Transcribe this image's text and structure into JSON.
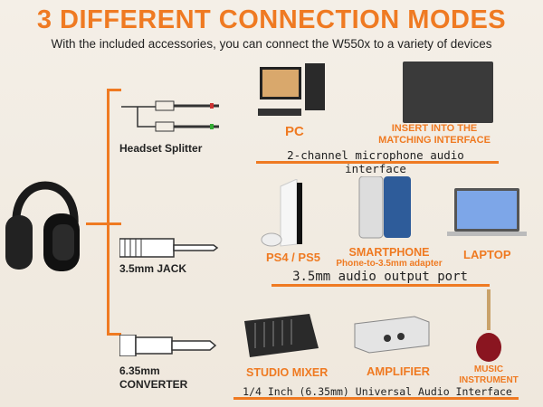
{
  "title": "3 DIFFERENT CONNECTION MODES",
  "subtitle": "With the included accessories, you can connect the W550x to a variety of devices",
  "accent": "#ef7a22",
  "connectors": [
    {
      "label": "Headset Splitter"
    },
    {
      "label": "3.5mm JACK"
    },
    {
      "label": "6.35mm",
      "label2": "CONVERTER"
    }
  ],
  "modes": [
    {
      "devices": [
        "PC",
        "INSERT INTO THE",
        "MATCHING INTERFACE"
      ],
      "port": "2-channel microphone audio interface"
    },
    {
      "devices": [
        "PS4 / PS5",
        "SMARTPHONE",
        "Phone-to-3.5mm adapter",
        "LAPTOP"
      ],
      "port": "3.5mm audio output port"
    },
    {
      "devices": [
        "STUDIO MIXER",
        "AMPLIFIER",
        "MUSIC",
        "INSTRUMENT"
      ],
      "port": "1/4 Inch (6.35mm) Universal Audio Interface"
    }
  ],
  "headset_brand": "W550x"
}
